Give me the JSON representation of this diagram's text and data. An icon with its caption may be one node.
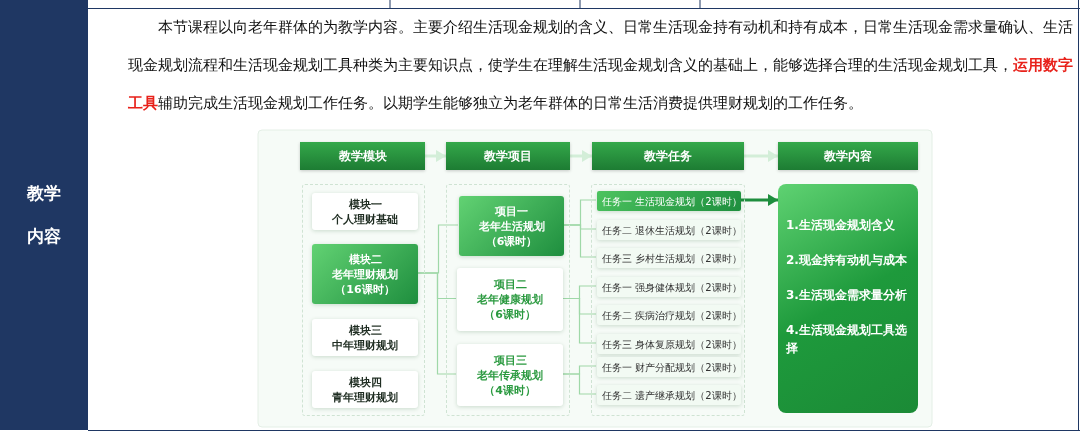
{
  "diagram": {
    "nodes": [
      {
        "text": [
          "教学内容"
        ]
      },
      {
        "text": [
          "教学模块"
        ]
      },
      {
        "text": [
          "教学项目"
        ]
      },
      {
        "text": [
          "教学任务"
        ]
      },
      {
        "text": [
          "教学内容"
        ]
      },
      {
        "text": [],
        "shape": "box"
      },
      {
        "text": [
          "模块一",
          "个人理财基础"
        ],
        "in": 5
      },
      {
        "text": [
          "模块二",
          "老年理财规划",
          "（16课时）"
        ],
        "in": 5
      },
      {
        "text": [
          "模块三",
          "中年理财规划"
        ],
        "in": 5
      },
      {
        "text": [
          "模块四",
          "青年理财规划"
        ],
        "in": 5
      },
      {
        "text": [],
        "shape": "box"
      },
      {
        "text": [
          "项目一",
          "老年生活规划",
          "（6课时）"
        ],
        "in": 10
      },
      {
        "text": [
          "项目二",
          "老年健康规划",
          "（6课时）"
        ],
        "in": 10
      },
      {
        "text": [
          "项目三",
          "老年传承规划",
          "（4课时）"
        ],
        "in": 10
      },
      {
        "text": [],
        "shape": "box"
      },
      {
        "text": [
          "任务一 生活现金规划（2课时）"
        ],
        "in": 14
      },
      {
        "text": [
          "任务二 退休生活规划（2课时）"
        ],
        "in": 14
      },
      {
        "text": [
          "任务三 乡村生活规划（2课时）"
        ],
        "in": 14
      },
      {
        "text": [
          "任务一 强身健体规划（2课时）"
        ],
        "in": 14
      },
      {
        "text": [
          "任务二 疾病治疗规划（2课时）"
        ],
        "in": 14
      },
      {
        "text": [
          "任务三 身体复原规划（2课时）"
        ],
        "in": 14
      },
      {
        "text": [
          "任务一 财产分配规划（2课时）"
        ],
        "in": 14
      },
      {
        "text": [
          "任务二 遗产继承规划（2课时）"
        ],
        "in": 14
      },
      {
        "text": [
          "1.生活现金规划含义",
          "2.现金持有动机与成本",
          "3.生活现金需求量分析",
          "4.生活现金规划工具选择"
        ]
      }
    ],
    "edges": [
      {
        "from": 1,
        "to": 2,
        "arrow": "to",
        "style": "thick",
        "color": "#d3eed8"
      },
      {
        "from": 2,
        "to": 3,
        "arrow": "to",
        "style": "thick",
        "color": "#d3eed8"
      },
      {
        "from": 3,
        "to": 4,
        "arrow": "to",
        "style": "thick",
        "color": "#d3eed8"
      },
      {
        "from": 7,
        "to": 11,
        "arrow": "none"
      },
      {
        "from": 7,
        "to": 12,
        "arrow": "none"
      },
      {
        "from": 7,
        "to": 13,
        "arrow": "none"
      },
      {
        "from": 11,
        "to": 15,
        "arrow": "none"
      },
      {
        "from": 11,
        "to": 16,
        "arrow": "none"
      },
      {
        "from": 11,
        "to": 17,
        "arrow": "none"
      },
      {
        "from": 12,
        "to": 18,
        "arrow": "none"
      },
      {
        "from": 12,
        "to": 19,
        "arrow": "none"
      },
      {
        "from": 12,
        "to": 20,
        "arrow": "none"
      },
      {
        "from": 13,
        "to": 21,
        "arrow": "none"
      },
      {
        "from": 13,
        "to": 22,
        "arrow": "none"
      },
      {
        "from": 15,
        "to": 23,
        "arrow": "to",
        "style": "thick",
        "color": "#1e8e3e"
      }
    ],
    "labels": [
      "本节课程以向老年群体的为教学内容。主要介绍生活现金规划的含义、日常生活现金持有动机和持有成本，日常生活现金需求量确认、生活现金规划流程和生活现金规划工具种类为主要知识点，使学生在理解生活现金规划含义的基础上，能够选择合理的生活现金规划工具，**运用数字工具**辅助完成生活现金规划工作任务。以期学生能够独立为老年群体的日常生活消费提供理财规划的工作任务。"
    ]
  }
}
